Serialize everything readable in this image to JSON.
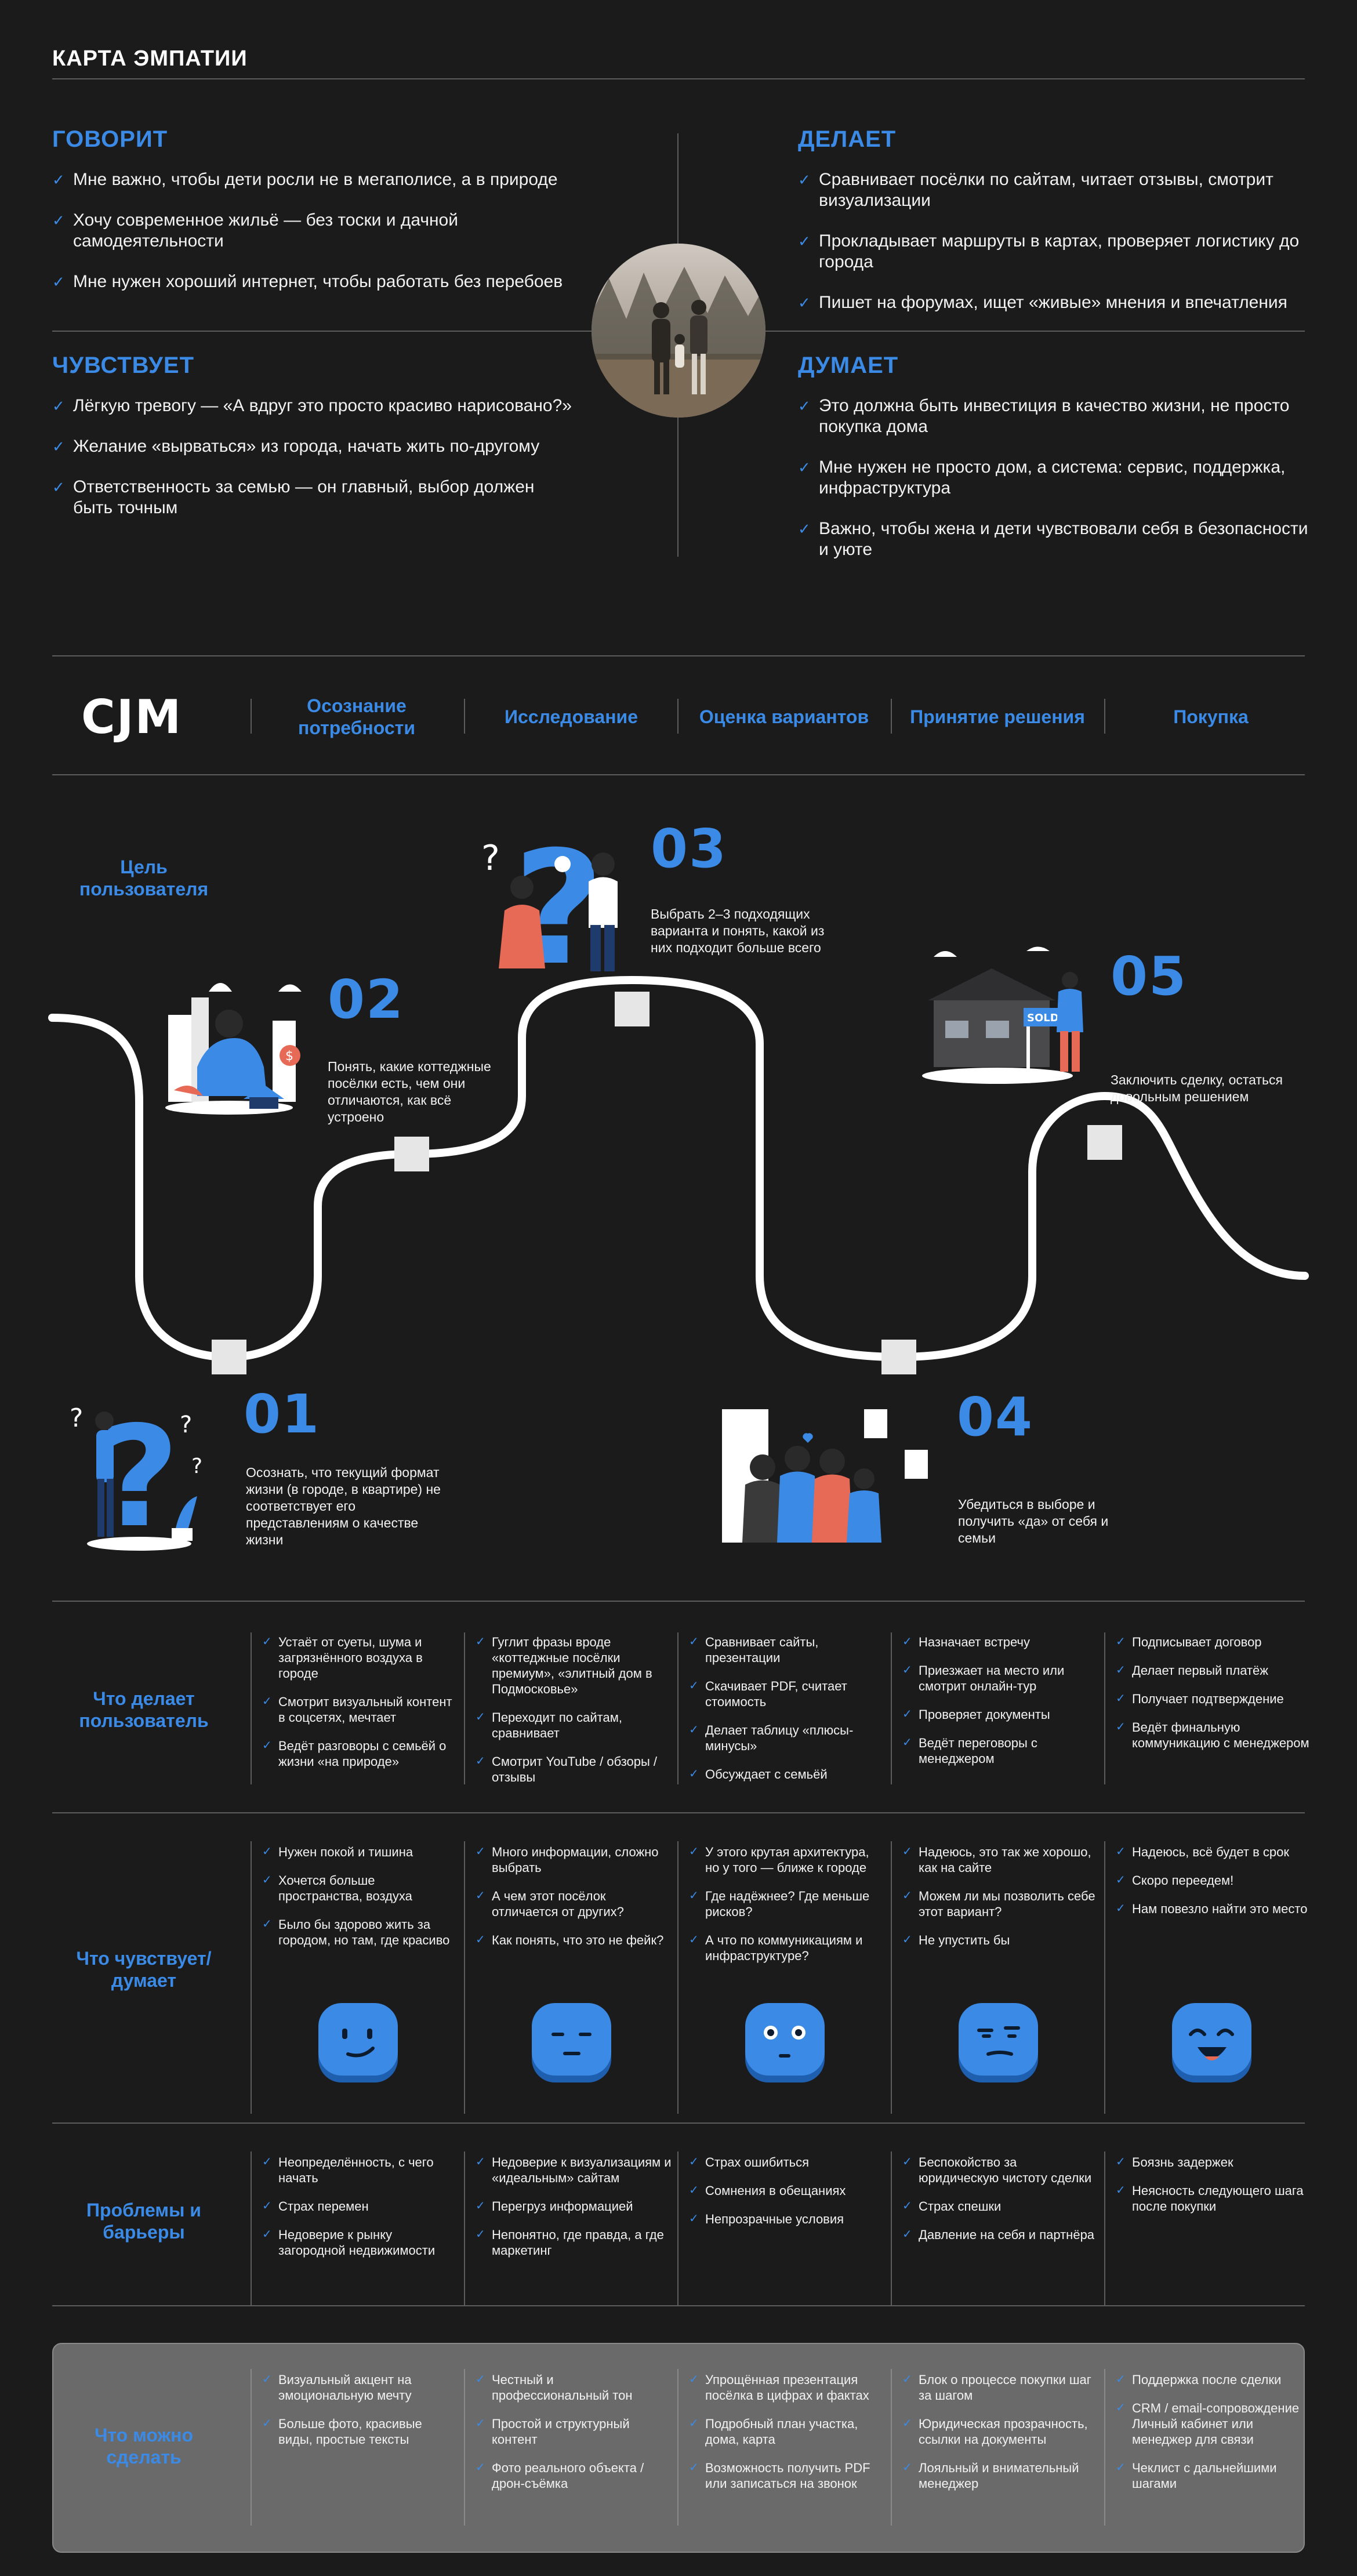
{
  "title": "КАРТА ЭМПАТИИ",
  "empathy": {
    "says": {
      "title": "ГОВОРИТ",
      "items": [
        "Мне важно, чтобы дети росли не в мегаполисе, а в природе",
        "Хочу современное жильё — без тоски и дачной самодеятельности",
        "Мне нужен хороший интернет, чтобы работать без перебоев"
      ]
    },
    "does": {
      "title": "ДЕЛАЕТ",
      "items": [
        "Сравнивает посёлки по сайтам, читает отзывы, смотрит визуализации",
        "Прокладывает маршруты в картах, проверяет логистику до города",
        "Пишет на форумах, ищет «живые» мнения и впечатления"
      ]
    },
    "feels": {
      "title": "ЧУВСТВУЕТ",
      "items": [
        "Лёгкую тревогу — «А вдруг это просто красиво нарисовано?»",
        "Желание «вырваться» из города, начать жить по-другому",
        "Ответственность за семью — он главный, выбор должен быть точным"
      ]
    },
    "thinks": {
      "title": "ДУМАЕТ",
      "items": [
        "Это должна быть инвестиция в качество жизни, не просто покупка дома",
        "Мне нужен не просто дом, а система: сервис, поддержка, инфраструктура",
        "Важно, чтобы жена и дети чувствовали себя в безопасности и уюте"
      ]
    }
  },
  "cjm": {
    "logo": "CJM",
    "stages": [
      "Осознание потребности",
      "Исследование",
      "Оценка вариантов",
      "Принятие решения",
      "Покупка"
    ],
    "goal_label": "Цель пользователя",
    "steps": [
      {
        "num": "01",
        "desc": "Осознать, что текущий формат жизни (в городе, в квартире) не соответствует его представлениям о качестве жизни"
      },
      {
        "num": "02",
        "desc": "Понять, какие коттеджные посёлки есть, чем они отличаются, как всё устроено"
      },
      {
        "num": "03",
        "desc": "Выбрать 2–3 подходящих варианта и понять, какой из них подходит больше всего"
      },
      {
        "num": "04",
        "desc": "Убедиться в выборе и получить «да» от себя и семьи"
      },
      {
        "num": "05",
        "desc": "Заключить сделку, остаться довольным решением"
      }
    ],
    "sold_sign": "SOLD"
  },
  "rows": {
    "does": {
      "label": "Что делает пользователь",
      "cols": [
        [
          "Устаёт от суеты, шума и загрязнённого воздуха в городе",
          "Смотрит визуальный контент в соцсетях, мечтает",
          "Ведёт разговоры с семьёй о жизни «на природе»"
        ],
        [
          "Гуглит фразы вроде «коттеджные посёлки премиум», «элитный дом в Подмосковье»",
          "Переходит по сайтам, сравнивает",
          "Смотрит YouTube / обзоры / отзывы"
        ],
        [
          "Сравнивает сайты, презентации",
          "Скачивает PDF, считает стоимость",
          "Делает таблицу «плюсы-минусы»",
          "Обсуждает с семьёй"
        ],
        [
          "Назначает встречу",
          "Приезжает на место или смотрит онлайн-тур",
          "Проверяет документы",
          "Ведёт переговоры с менеджером"
        ],
        [
          "Подписывает договор",
          "Делает первый платёж",
          "Получает подтверждение",
          "Ведёт финальную коммуникацию с менеджером"
        ]
      ]
    },
    "feels": {
      "label": "Что чувствует/ думает",
      "cols": [
        [
          "Нужен покой и тишина",
          "Хочется больше пространства, воздуха",
          "Было бы здорово жить за городом, но там, где красиво"
        ],
        [
          "Много информации, сложно выбрать",
          "А чем этот посёлок отличается от других?",
          "Как понять, что это не фейк?"
        ],
        [
          "У этого крутая архитектура, но у того — ближе к городе",
          "Где надёжнее? Где меньше рисков?",
          "А что по коммуникациям и инфраструктуре?"
        ],
        [
          "Надеюсь, это так же хорошо, как на сайте",
          "Можем ли мы позволить себе этот вариант?",
          "Не упустить бы"
        ],
        [
          "Надеюсь, всё будет в срок",
          "Скоро переедем!",
          "Нам повезло найти это место"
        ]
      ],
      "emoji": [
        "smirk-face-icon",
        "neutral-face-icon",
        "worried-face-icon",
        "skeptical-face-icon",
        "happy-face-icon"
      ]
    },
    "problems": {
      "label": "Проблемы и барьеры",
      "cols": [
        [
          "Неопределённость, с чего начать",
          "Страх перемен",
          "Недоверие к рынку загородной недвижимости"
        ],
        [
          "Недоверие к визуализациям и «идеальным» сайтам",
          "Перегруз информацией",
          "Непонятно, где правда, а где маркетинг"
        ],
        [
          "Страх ошибиться",
          "Сомнения в обещаниях",
          "Непрозрачные условия"
        ],
        [
          "Беспокойство за юридическую чистоту сделки",
          "Страх спешки",
          "Давление на себя и партнёра"
        ],
        [
          "Боязнь задержек",
          "Неясность следующего шага после покупки"
        ]
      ]
    },
    "todo": {
      "label": "Что можно сделать",
      "cols": [
        [
          "Визуальный акцент на эмоциональную мечту",
          "Больше фото, красивые виды, простые тексты"
        ],
        [
          "Честный и профессиональный тон",
          "Простой и структурный контент",
          "Фото реального объекта / дрон-съёмка"
        ],
        [
          "Упрощённая презентация посёлка в цифрах и фактах",
          "Подробный план участка, дома, карта",
          "Возможность получить PDF или записаться на звонок"
        ],
        [
          "Блок о процессе покупки шаг за шагом",
          "Юридическая прозрачность, ссылки на документы",
          "Лояльный и внимательный менеджер"
        ],
        [
          "Поддержка после сделки",
          "CRM / email-сопровождение Личный кабинет или менеджер для связи",
          "Чеклист с дальнейшими шагами"
        ]
      ]
    }
  },
  "colors": {
    "background": "#1b1b1c",
    "accent": "#3a8ae6",
    "text": "#ffffff",
    "panel": "#6a6a6b"
  }
}
